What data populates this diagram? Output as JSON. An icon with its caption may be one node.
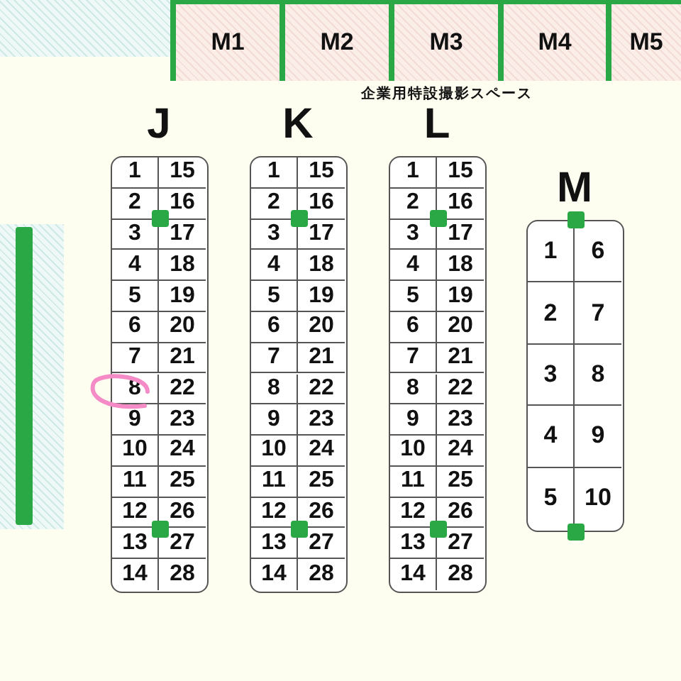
{
  "diagram": {
    "nodes": [
      {
        "text": [
          "M1"
        ]
      },
      {
        "text": [
          "M2"
        ]
      },
      {
        "text": [
          "M3"
        ]
      },
      {
        "text": [
          "M4"
        ]
      },
      {
        "text": [
          "M5"
        ]
      },
      {
        "text": [
          "J"
        ]
      },
      {
        "text": [
          "1"
        ],
        "in": 5
      },
      {
        "text": [
          "15"
        ],
        "in": 5
      },
      {
        "text": [
          "2"
        ],
        "in": 5
      },
      {
        "text": [
          "16"
        ],
        "in": 5
      },
      {
        "text": [
          "3"
        ],
        "in": 5
      },
      {
        "text": [
          "17"
        ],
        "in": 5
      },
      {
        "text": [
          "4"
        ],
        "in": 5
      },
      {
        "text": [
          "18"
        ],
        "in": 5
      },
      {
        "text": [
          "5"
        ],
        "in": 5
      },
      {
        "text": [
          "19"
        ],
        "in": 5
      },
      {
        "text": [
          "6"
        ],
        "in": 5
      },
      {
        "text": [
          "20"
        ],
        "in": 5
      },
      {
        "text": [
          "7"
        ],
        "in": 5
      },
      {
        "text": [
          "21"
        ],
        "in": 5
      },
      {
        "text": [
          "8"
        ],
        "in": 5
      },
      {
        "text": [
          "22"
        ],
        "in": 5
      },
      {
        "text": [
          "9"
        ],
        "in": 5
      },
      {
        "text": [
          "23"
        ],
        "in": 5
      },
      {
        "text": [
          "10"
        ],
        "in": 5
      },
      {
        "text": [
          "24"
        ],
        "in": 5
      },
      {
        "text": [
          "11"
        ],
        "in": 5
      },
      {
        "text": [
          "25"
        ],
        "in": 5
      },
      {
        "text": [
          "12"
        ],
        "in": 5
      },
      {
        "text": [
          "26"
        ],
        "in": 5
      },
      {
        "text": [
          "13"
        ],
        "in": 5
      },
      {
        "text": [
          "27"
        ],
        "in": 5
      },
      {
        "text": [
          "14"
        ],
        "in": 5
      },
      {
        "text": [
          "28"
        ],
        "in": 5
      },
      {
        "text": [
          "K"
        ]
      },
      {
        "text": [
          "1"
        ],
        "in": 34
      },
      {
        "text": [
          "15"
        ],
        "in": 34
      },
      {
        "text": [
          "2"
        ],
        "in": 34
      },
      {
        "text": [
          "16"
        ],
        "in": 34
      },
      {
        "text": [
          "3"
        ],
        "in": 34
      },
      {
        "text": [
          "17"
        ],
        "in": 34
      },
      {
        "text": [
          "4"
        ],
        "in": 34
      },
      {
        "text": [
          "18"
        ],
        "in": 34
      },
      {
        "text": [
          "5"
        ],
        "in": 34
      },
      {
        "text": [
          "19"
        ],
        "in": 34
      },
      {
        "text": [
          "6"
        ],
        "in": 34
      },
      {
        "text": [
          "20"
        ],
        "in": 34
      },
      {
        "text": [
          "7"
        ],
        "in": 34
      },
      {
        "text": [
          "21"
        ],
        "in": 34
      },
      {
        "text": [
          "8"
        ],
        "in": 34
      },
      {
        "text": [
          "22"
        ],
        "in": 34
      },
      {
        "text": [
          "9"
        ],
        "in": 34
      },
      {
        "text": [
          "23"
        ],
        "in": 34
      },
      {
        "text": [
          "10"
        ],
        "in": 34
      },
      {
        "text": [
          "24"
        ],
        "in": 34
      },
      {
        "text": [
          "11"
        ],
        "in": 34
      },
      {
        "text": [
          "25"
        ],
        "in": 34
      },
      {
        "text": [
          "12"
        ],
        "in": 34
      },
      {
        "text": [
          "26"
        ],
        "in": 34
      },
      {
        "text": [
          "13"
        ],
        "in": 34
      },
      {
        "text": [
          "27"
        ],
        "in": 34
      },
      {
        "text": [
          "14"
        ],
        "in": 34
      },
      {
        "text": [
          "28"
        ],
        "in": 34
      },
      {
        "text": [
          "L"
        ]
      },
      {
        "text": [
          "1"
        ],
        "in": 63
      },
      {
        "text": [
          "15"
        ],
        "in": 63
      },
      {
        "text": [
          "2"
        ],
        "in": 63
      },
      {
        "text": [
          "16"
        ],
        "in": 63
      },
      {
        "text": [
          "3"
        ],
        "in": 63
      },
      {
        "text": [
          "17"
        ],
        "in": 63
      },
      {
        "text": [
          "4"
        ],
        "in": 63
      },
      {
        "text": [
          "18"
        ],
        "in": 63
      },
      {
        "text": [
          "5"
        ],
        "in": 63
      },
      {
        "text": [
          "19"
        ],
        "in": 63
      },
      {
        "text": [
          "6"
        ],
        "in": 63
      },
      {
        "text": [
          "20"
        ],
        "in": 63
      },
      {
        "text": [
          "7"
        ],
        "in": 63
      },
      {
        "text": [
          "21"
        ],
        "in": 63
      },
      {
        "text": [
          "8"
        ],
        "in": 63
      },
      {
        "text": [
          "22"
        ],
        "in": 63
      },
      {
        "text": [
          "9"
        ],
        "in": 63
      },
      {
        "text": [
          "23"
        ],
        "in": 63
      },
      {
        "text": [
          "10"
        ],
        "in": 63
      },
      {
        "text": [
          "24"
        ],
        "in": 63
      },
      {
        "text": [
          "11"
        ],
        "in": 63
      },
      {
        "text": [
          "25"
        ],
        "in": 63
      },
      {
        "text": [
          "12"
        ],
        "in": 63
      },
      {
        "text": [
          "26"
        ],
        "in": 63
      },
      {
        "text": [
          "13"
        ],
        "in": 63
      },
      {
        "text": [
          "27"
        ],
        "in": 63
      },
      {
        "text": [
          "14"
        ],
        "in": 63
      },
      {
        "text": [
          "28"
        ],
        "in": 63
      },
      {
        "text": [
          "M"
        ]
      },
      {
        "text": [
          "1"
        ],
        "in": 92
      },
      {
        "text": [
          "6"
        ],
        "in": 92
      },
      {
        "text": [
          "2"
        ],
        "in": 92
      },
      {
        "text": [
          "7"
        ],
        "in": 92
      },
      {
        "text": [
          "3"
        ],
        "in": 92
      },
      {
        "text": [
          "8"
        ],
        "in": 92
      },
      {
        "text": [
          "4"
        ],
        "in": 92
      },
      {
        "text": [
          "9"
        ],
        "in": 92
      },
      {
        "text": [
          "5"
        ],
        "in": 92
      },
      {
        "text": [
          "10"
        ],
        "in": 92
      }
    ],
    "labels": [
      "企業用特設撮影スペース"
    ]
  }
}
